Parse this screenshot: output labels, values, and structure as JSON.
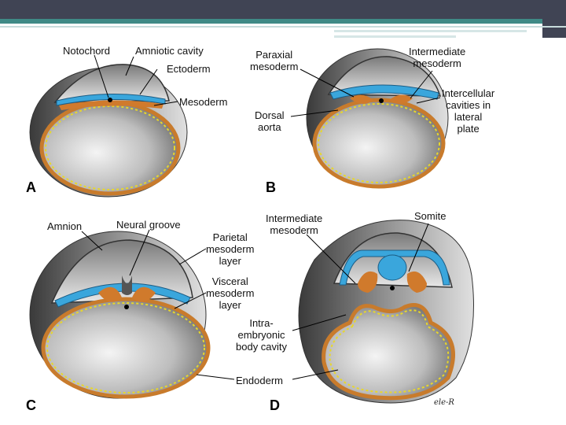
{
  "labels": {
    "a_notochord": "Notochord",
    "a_amniotic": "Amniotic cavity",
    "a_ectoderm": "Ectoderm",
    "a_mesoderm": "Mesoderm",
    "b_paraxial": "Paraxial\nmesoderm",
    "b_intermediate": "Intermediate\nmesoderm",
    "b_intercellular": "Intercellular\ncavities in\nlateral\nplate",
    "b_dorsal": "Dorsal\naorta",
    "c_amnion": "Amnion",
    "c_neural": "Neural groove",
    "c_parietal": "Parietal\nmesoderm\nlayer",
    "c_visceral": "Visceral\nmesoderm\nlayer",
    "d_intermediate": "Intermediate\nmesoderm",
    "d_somite": "Somite",
    "d_intra": "Intra-\nembryonic\nbody cavity",
    "d_endoderm": "Endoderm"
  },
  "panels": {
    "a": "A",
    "b": "B",
    "c": "C",
    "d": "D"
  },
  "signature": "ele-R",
  "colors": {
    "header": "#404454",
    "accent": "#3f8a86",
    "mesoderm": "#d07a2c",
    "ectoderm": "#3aa6dc",
    "endoderm": "#f0e040"
  }
}
